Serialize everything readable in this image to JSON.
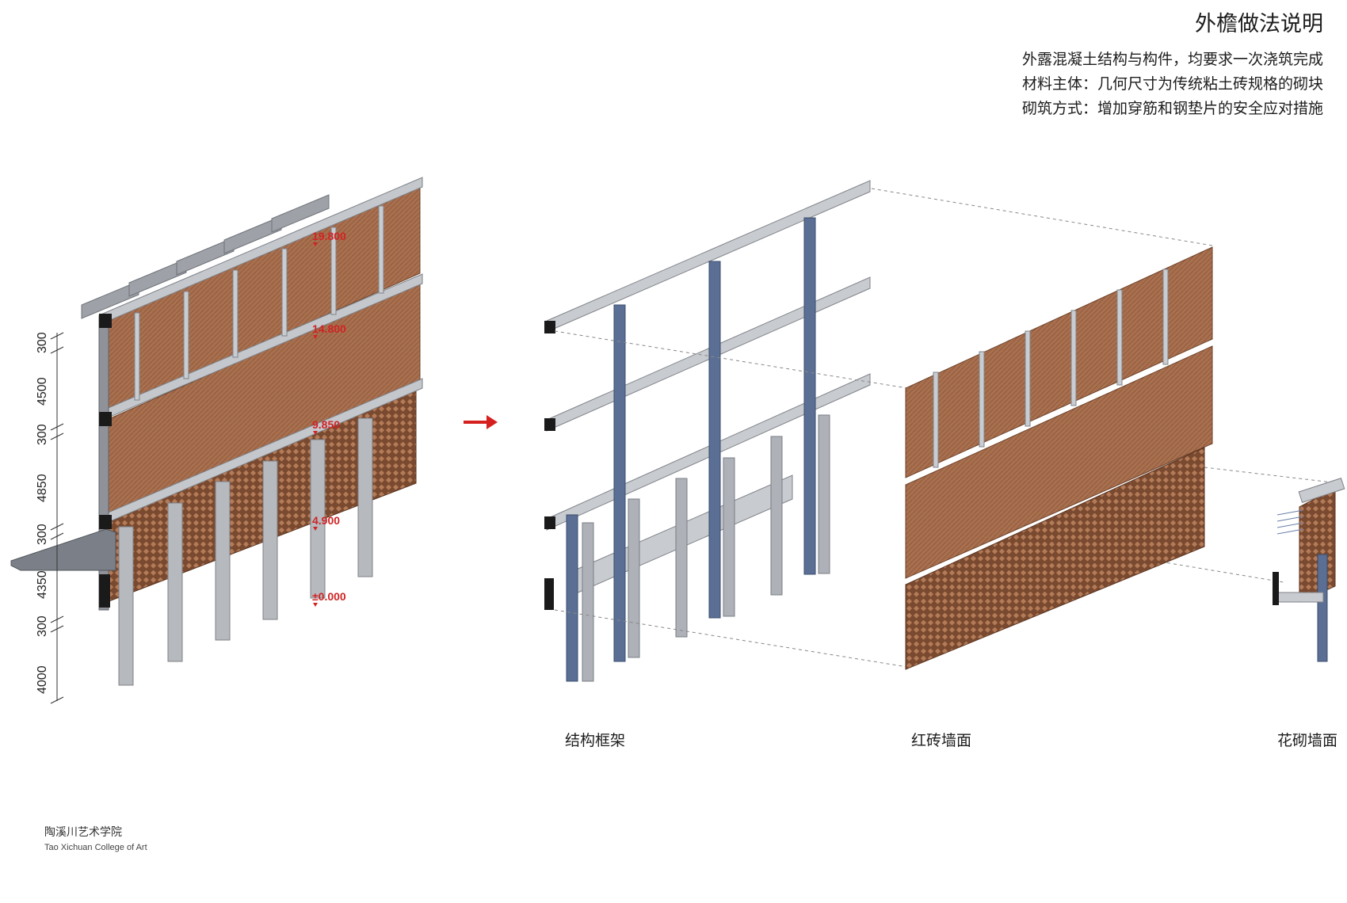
{
  "header": {
    "title": "外檐做法说明",
    "notes": [
      "外露混凝土结构与构件，均要求一次浇筑完成",
      "材料主体：几何尺寸为传统粘土砖规格的砌块",
      "砌筑方式：增加穿筋和钢垫片的安全应对措施"
    ]
  },
  "elevations": [
    "19.800",
    "14.800",
    "9.850",
    "4.900",
    "±0.000"
  ],
  "dimensions": [
    "300",
    "4500",
    "300",
    "4850",
    "300",
    "4350",
    "300",
    "4000"
  ],
  "captions": {
    "frame": "结构框架",
    "brick_wall": "红砖墙面",
    "pattern_wall": "花砌墙面"
  },
  "footer": {
    "name_cn": "陶溪川艺术学院",
    "name_en": "Tao Xichuan College of Art"
  },
  "colors": {
    "brick": "#a9704f",
    "brick_dark": "#7a4a30",
    "concrete": "#b9bcc1",
    "concrete_dark": "#8d9096",
    "steel_blue": "#5b6f95",
    "arrow": "#d62020"
  }
}
